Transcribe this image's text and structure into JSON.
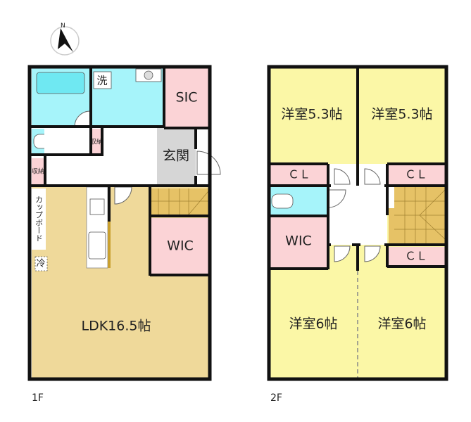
{
  "colors": {
    "bedroom": "#fbf7a6",
    "closet": "#fbd3d6",
    "wet_area": "#a6f4fa",
    "ldk": "#efd99a",
    "stairs": "#e6c266",
    "entrance": "#d6d6d6",
    "hall": "#ffffff"
  },
  "compass": {
    "north_label": "N"
  },
  "floor1": {
    "label": "1F",
    "rooms": {
      "washroom": "洗",
      "sic": "SIC",
      "storage_a": "収納",
      "storage_b": "収納",
      "entrance": "玄関",
      "cupboard": "カップボード",
      "fridge": "冷",
      "wic": "WIC",
      "ldk": "LDK16.5帖"
    }
  },
  "floor2": {
    "label": "2F",
    "rooms": {
      "western_nw": "洋室5.3帖",
      "western_ne": "洋室5.3帖",
      "cl_left": "ＣＬ",
      "cl_right": "ＣＬ",
      "wic": "WIC",
      "cl_lower": "ＣＬ",
      "western_sw": "洋室6帖",
      "western_se": "洋室6帖"
    }
  }
}
